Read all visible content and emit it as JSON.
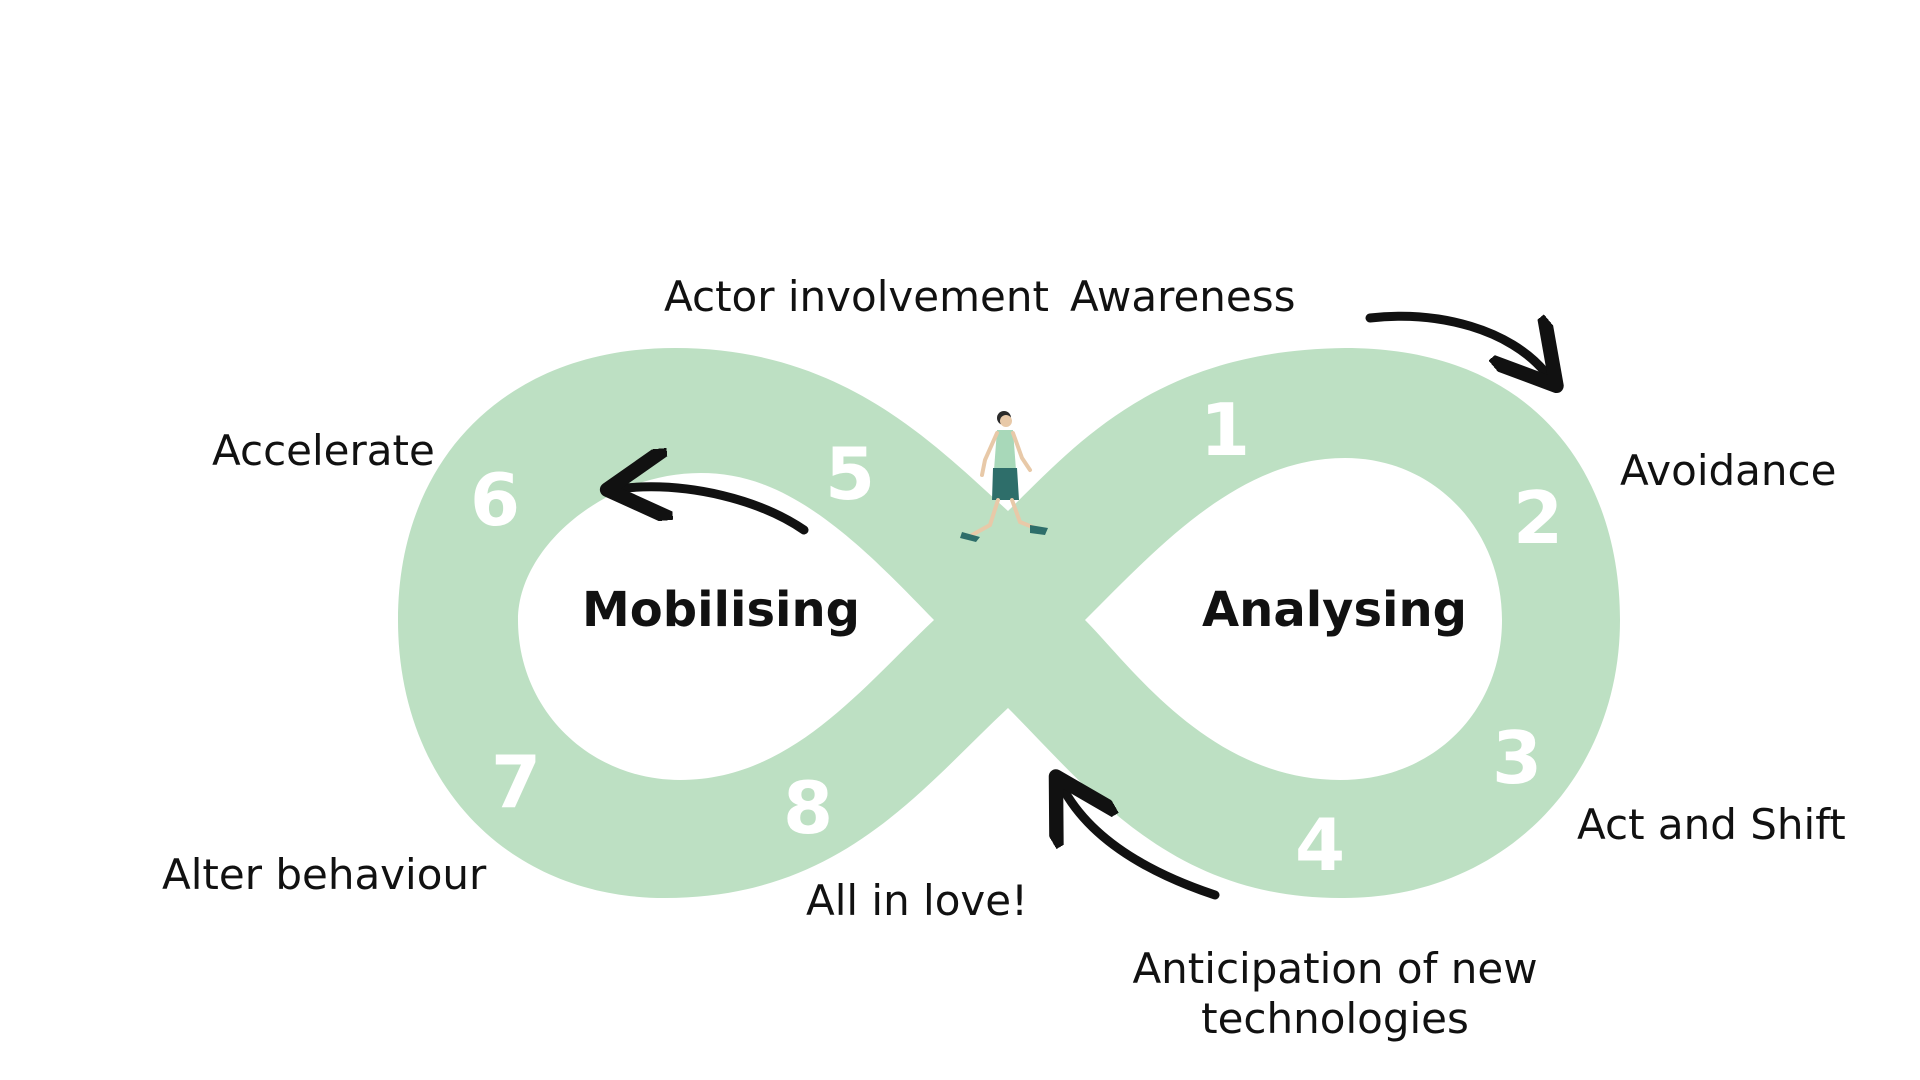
{
  "diagram": {
    "center_labels": {
      "left": "Mobilising",
      "right": "Analysing"
    },
    "steps": [
      {
        "number": "1",
        "label": "Awareness"
      },
      {
        "number": "2",
        "label": "Avoidance"
      },
      {
        "number": "3",
        "label": "Act and Shift"
      },
      {
        "number": "4",
        "label": [
          "Anticipation of new",
          "technologies"
        ]
      },
      {
        "number": "5",
        "label": "Actor involvement"
      },
      {
        "number": "6",
        "label": "Accelerate"
      },
      {
        "number": "7",
        "label": "Alter behaviour"
      },
      {
        "number": "8",
        "label": "All in love!"
      }
    ]
  },
  "colors": {
    "band": "#bde0c3",
    "numbers": "#ffffff",
    "arrows": "#111111",
    "walker_shirt": "#a8d8b9",
    "walker_shorts": "#2e6e6a"
  },
  "icons": {
    "walker": "walking-person-icon",
    "arrows": "curved-arrow-icon"
  }
}
